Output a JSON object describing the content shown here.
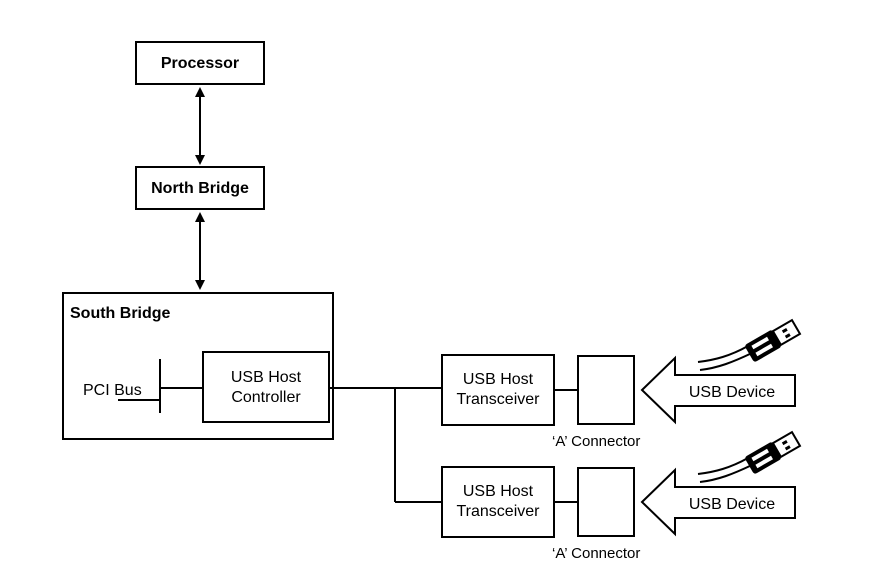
{
  "processor": "Processor",
  "north_bridge": "North Bridge",
  "south_bridge": "South Bridge",
  "pci_bus": "PCI Bus",
  "usb_host_controller": [
    "USB Host",
    "Controller"
  ],
  "transceiver_1": [
    "USB Host",
    "Transceiver"
  ],
  "transceiver_2": [
    "USB Host",
    "Transceiver"
  ],
  "connector_1": "‘A’ Connector",
  "connector_2": "‘A’ Connector",
  "device_1": "USB Device",
  "device_2": "USB Device",
  "colors": {
    "stroke": "#000000",
    "background": "#ffffff"
  }
}
